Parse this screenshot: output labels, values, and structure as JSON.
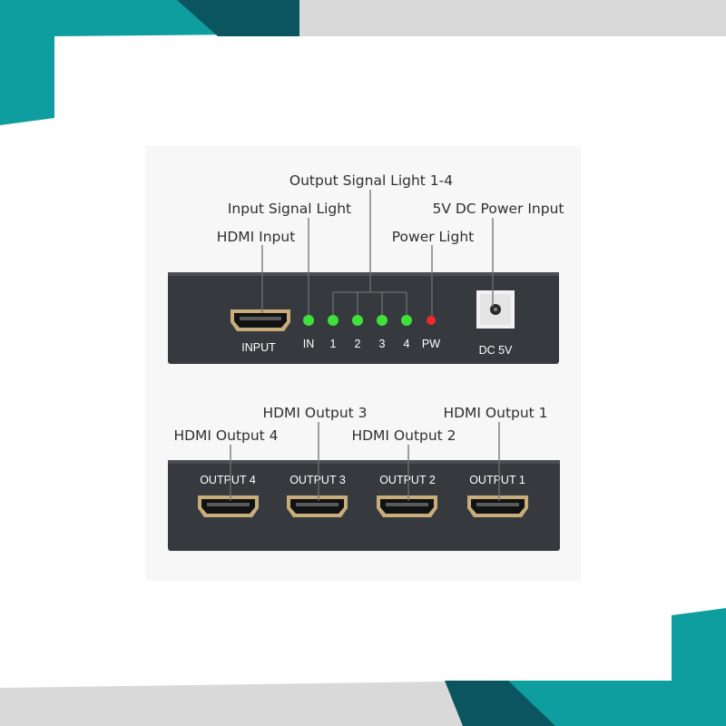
{
  "theme": {
    "accent_teal": "#0e9ea0",
    "accent_dark_teal": "#0b5561",
    "frame_grey": "#d9d9d9",
    "panel": "#36393d",
    "led_green": "#3fe03a",
    "led_red": "#f02a2a"
  },
  "callouts": {
    "hdmi_input": "HDMI Input",
    "input_signal_light": "Input Signal Light",
    "output_signal_light": "Output Signal Light 1-4",
    "power_light": "Power Light",
    "dc_power_input": "5V DC Power Input",
    "hdmi_output_4": "HDMI Output 4",
    "hdmi_output_3": "HDMI Output 3",
    "hdmi_output_2": "HDMI Output 2",
    "hdmi_output_1": "HDMI Output 1"
  },
  "front_panel": {
    "input_label": "INPUT",
    "led_labels": [
      "IN",
      "1",
      "2",
      "3",
      "4",
      "PW"
    ],
    "led_colors": [
      "green",
      "green",
      "green",
      "green",
      "green",
      "red"
    ],
    "dc_label": "DC 5V"
  },
  "rear_panel": {
    "output_labels": [
      "OUTPUT 4",
      "OUTPUT 3",
      "OUTPUT 2",
      "OUTPUT 1"
    ]
  }
}
